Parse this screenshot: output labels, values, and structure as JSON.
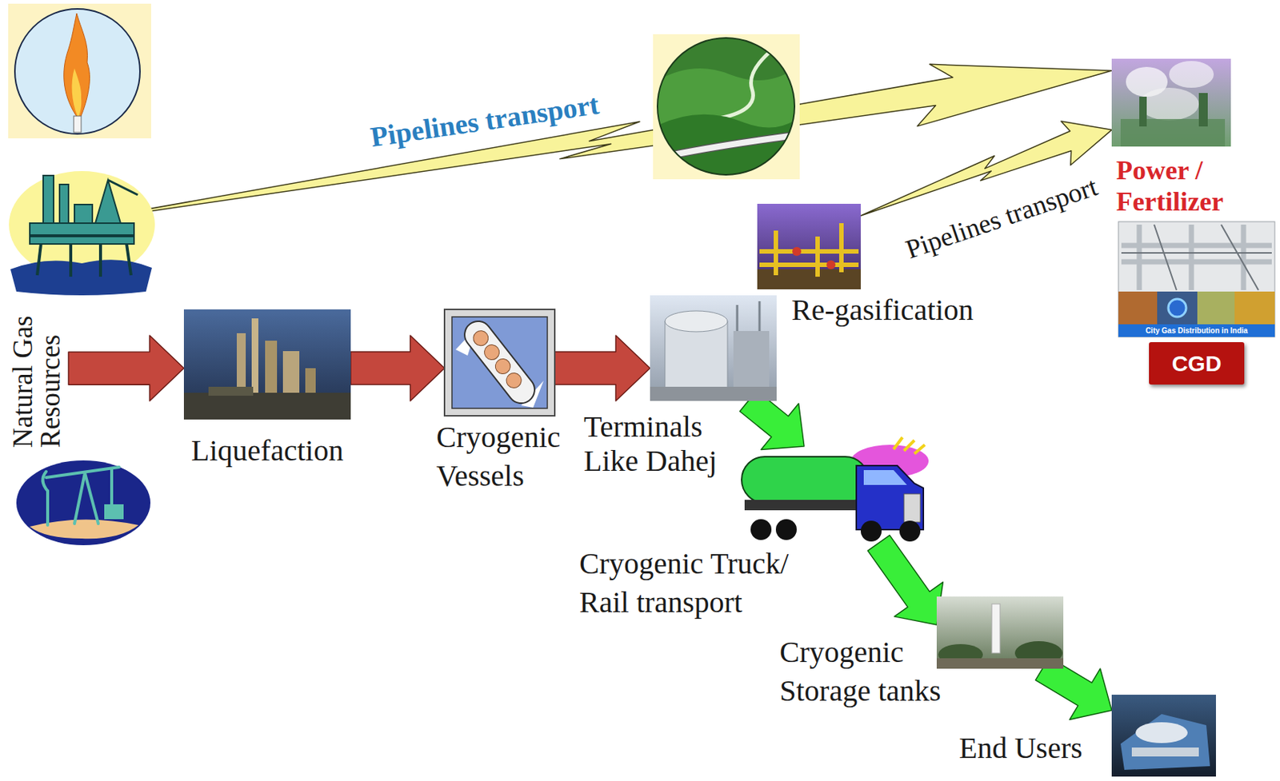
{
  "diagram": {
    "nodes": [
      {
        "text": [
          "Natural Gas Resources"
        ]
      },
      {
        "text": [
          "Liquefaction"
        ]
      },
      {
        "text": [
          "Cryogenic Vessels"
        ]
      },
      {
        "text": [
          "Terminals Like Dahej"
        ]
      },
      {
        "text": [
          "Re-gasification"
        ]
      },
      {
        "text": [
          "Power / Fertilizer"
        ]
      },
      {
        "text": [
          "CGD"
        ]
      },
      {
        "text": [
          "Cryogenic Truck/ Rail transport"
        ]
      },
      {
        "text": [
          "Cryogenic Storage tanks"
        ]
      },
      {
        "text": [
          "End Users"
        ]
      }
    ],
    "edges": [
      {
        "from": 0,
        "to": 5,
        "arrow": "to",
        "label": "Pipelines transport"
      },
      {
        "from": 4,
        "to": 5,
        "arrow": "to",
        "label": "Pipelines transport"
      },
      {
        "from": 0,
        "to": 1,
        "arrow": "to"
      },
      {
        "from": 1,
        "to": 2,
        "arrow": "to"
      },
      {
        "from": 2,
        "to": 3,
        "arrow": "to"
      },
      {
        "from": 3,
        "to": 7,
        "arrow": "to"
      },
      {
        "from": 7,
        "to": 8,
        "arrow": "to"
      },
      {
        "from": 8,
        "to": 9,
        "arrow": "to"
      }
    ],
    "labels": [
      "City Gas Distribution in India"
    ]
  }
}
